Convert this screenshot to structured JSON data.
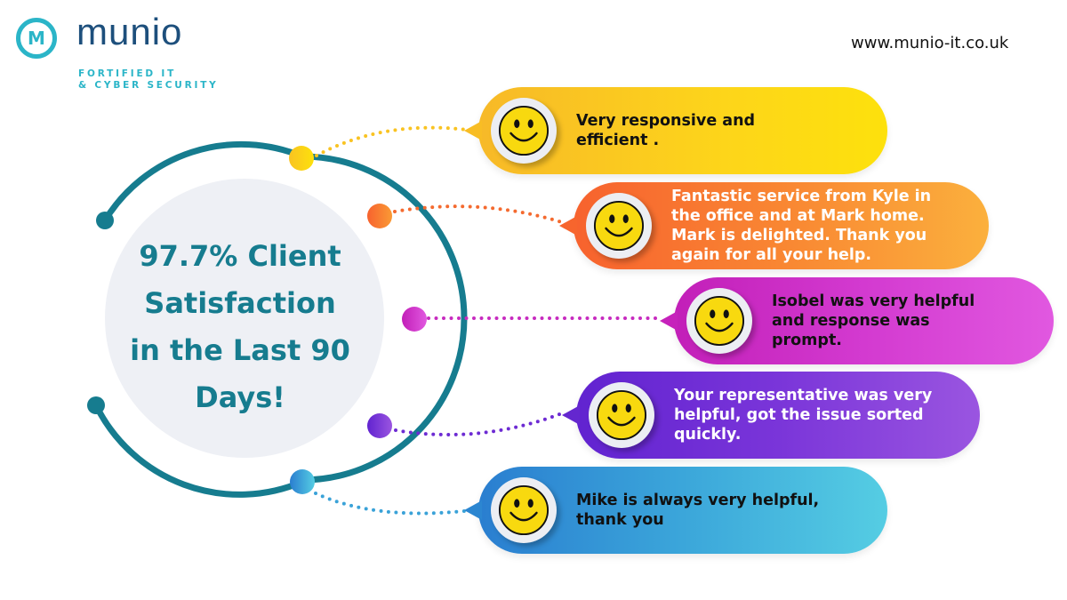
{
  "brand": {
    "logo_letter": "M",
    "name": "munio",
    "tagline_line1": "FORTIFIED IT",
    "tagline_line2": "& CYBER SECURITY",
    "primary_color": "#1d4f7c",
    "accent_color": "#2bb5c8"
  },
  "header": {
    "url": "www.munio-it.co.uk"
  },
  "headline": {
    "line1": "97.7% Client",
    "line2": "Satisfaction",
    "line3": "in the Last 90",
    "line4": "Days!",
    "color": "#167c8f"
  },
  "ring": {
    "color": "#167c8f",
    "dot_colors": [
      "#fdd01a",
      "#f8752e",
      "#d132c8",
      "#7a33d6",
      "#3aa8dc"
    ]
  },
  "testimonials": [
    {
      "icon": "smiley-face-icon",
      "text_lines": [
        "Very responsive and",
        "efficient ."
      ],
      "color": "#fdd51a"
    },
    {
      "icon": "smiley-face-icon",
      "text_lines": [
        "Fantastic service from Kyle in",
        "the office and at Mark home.",
        "Mark is delighted. Thank you",
        "again for all your help."
      ],
      "color": "#f98a33"
    },
    {
      "icon": "smiley-face-icon",
      "text_lines": [
        "Isobel was very helpful",
        "and response was",
        "prompt."
      ],
      "color": "#d33ad0"
    },
    {
      "icon": "smiley-face-icon",
      "text_lines": [
        "Your representative was very",
        "helpful, got the issue sorted",
        "quickly."
      ],
      "color": "#7a35d9"
    },
    {
      "icon": "smiley-face-icon",
      "text_lines": [
        "Mike is always very helpful,",
        "thank you"
      ],
      "color": "#3ba6da"
    }
  ]
}
